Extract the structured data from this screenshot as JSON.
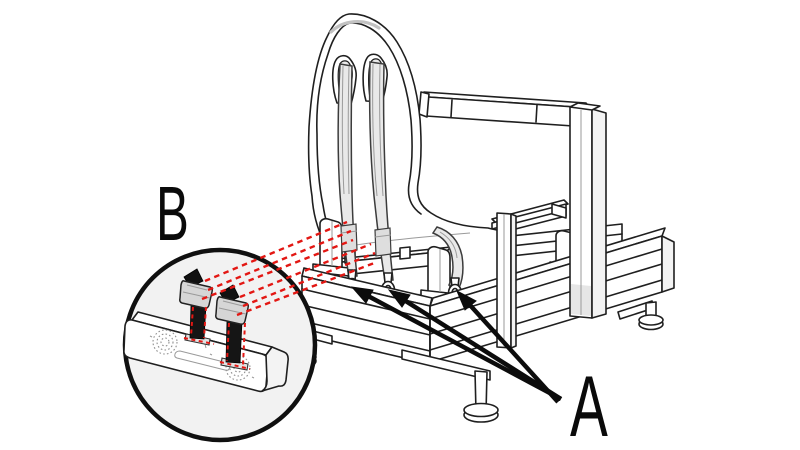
{
  "diagram": {
    "type": "assembly-instruction-illustration",
    "subject": "sim-racing cockpit seat with harness belts",
    "labels": {
      "attachment": "A",
      "detail_view": "B"
    },
    "counts": {
      "arrows_to_A": 3,
      "projection_lines_to_B": 6,
      "belt_straps": 3
    },
    "colors": {
      "background": "#ffffff",
      "outline": "#1f1f1f",
      "projection_red": "#e31713",
      "strap_light": "#e9e9e9",
      "strap_dark": "#151515",
      "buckle_gray": "#d6d6d6",
      "detail_circle_bg": "#f2f2f2",
      "arrow_black": "#0c0c0c"
    }
  }
}
